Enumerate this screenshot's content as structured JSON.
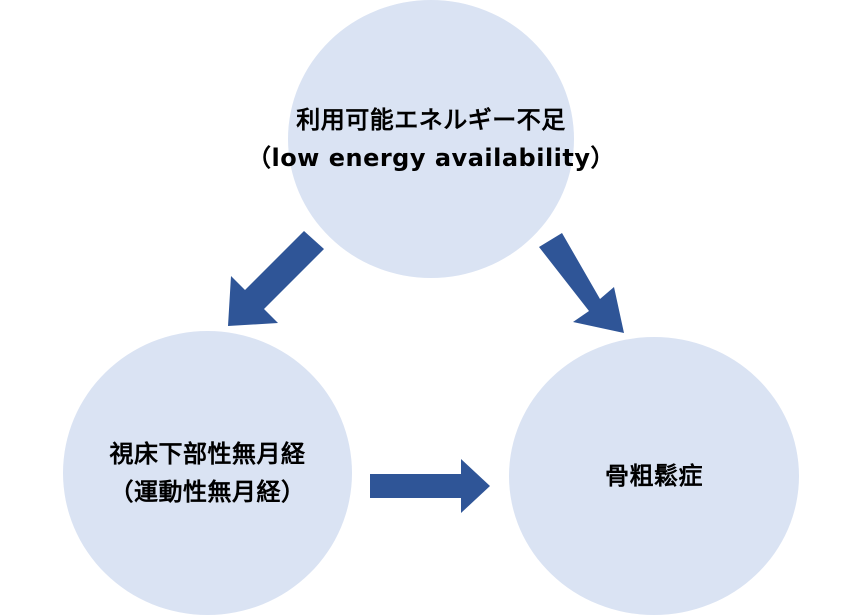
{
  "nodes": {
    "top": {
      "line1": "利用可能エネルギー不足",
      "line2": "（low energy availability）"
    },
    "left": {
      "line1": "視床下部性無月経",
      "line2": "（運動性無月経）"
    },
    "right": {
      "line1": "骨粗鬆症"
    }
  },
  "colors": {
    "node_fill": "#dae3f3",
    "arrow_fill": "#2f5597",
    "text": "#000000"
  }
}
